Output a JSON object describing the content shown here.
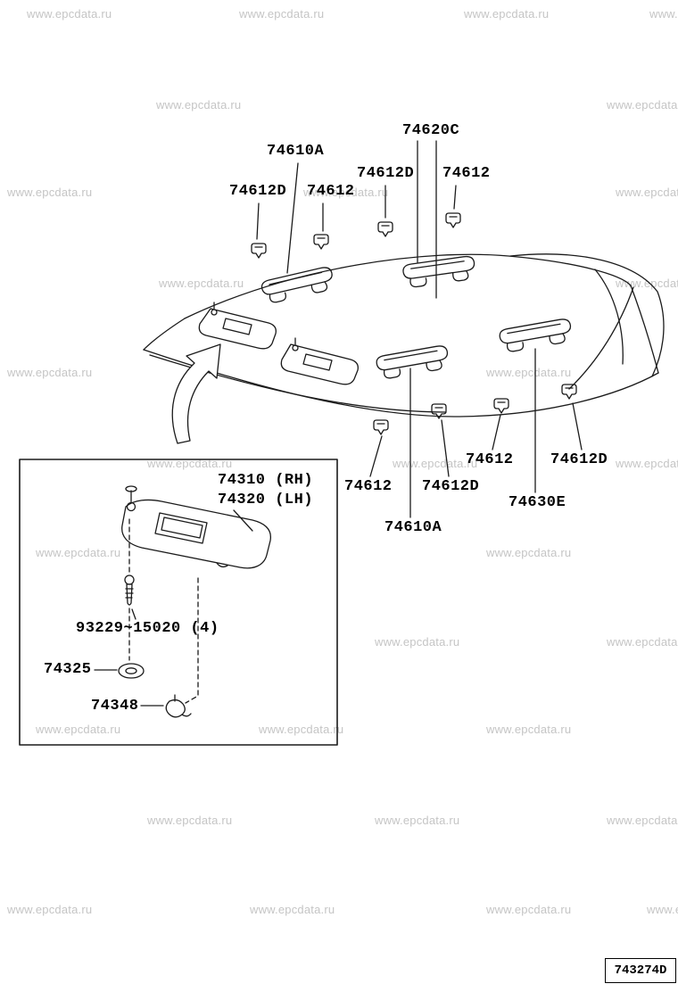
{
  "watermark": {
    "text": "www.epcdata.ru"
  },
  "figure": {
    "code": "743274D"
  },
  "labels": [
    {
      "id": "74610A-front",
      "text": "74610A"
    },
    {
      "id": "74620C",
      "text": "74620C"
    },
    {
      "id": "74612D-1",
      "text": "74612D"
    },
    {
      "id": "74612-1",
      "text": "74612"
    },
    {
      "id": "74612D-2",
      "text": "74612D"
    },
    {
      "id": "74612-2",
      "text": "74612"
    },
    {
      "id": "74612-3",
      "text": "74612"
    },
    {
      "id": "74612D-3",
      "text": "74612D"
    },
    {
      "id": "74612-4",
      "text": "74612"
    },
    {
      "id": "74612D-4",
      "text": "74612D"
    },
    {
      "id": "74630E",
      "text": "74630E"
    },
    {
      "id": "74610A-rear",
      "text": "74610A"
    },
    {
      "id": "74310-rh",
      "text": "74310 (RH)"
    },
    {
      "id": "74320-lh",
      "text": "74320 (LH)"
    },
    {
      "id": "93229",
      "text": "93229~15020 (4)"
    },
    {
      "id": "74325",
      "text": "74325"
    },
    {
      "id": "74348",
      "text": "74348"
    }
  ]
}
